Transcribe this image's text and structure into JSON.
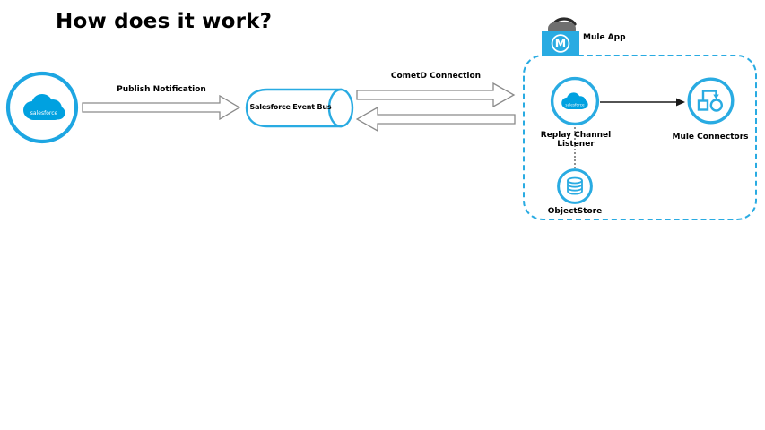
{
  "title": "How does it work?",
  "colors": {
    "blue": "#29ABE2",
    "salesforce_cloud_blue": "#00A1E0",
    "arrow_outline_gray": "#8A8A8A",
    "dotted_line_gray": "#8F8F8F",
    "mule_package_gray": "#6F6F6F",
    "text_black": "#000000"
  },
  "nodes": {
    "salesforce": {
      "logo_text": "salesforce"
    },
    "event_bus": {
      "label": "Salesforce Event Bus"
    },
    "mule_app": {
      "label": "Mule App",
      "logo_letter": "M"
    },
    "replay_listener": {
      "label": "Replay Channel Listener",
      "logo_text": "salesforce"
    },
    "mule_connectors": {
      "label": "Mule Connectors"
    },
    "objectstore": {
      "label": "ObjectStore"
    }
  },
  "edges": {
    "publish_notification": {
      "label": "Publish Notification",
      "from": "salesforce",
      "to": "event_bus",
      "style": "hollow-arrow-right"
    },
    "cometd_connection": {
      "label": "CometD Connection",
      "from": "event_bus",
      "to": "mule_app",
      "style": "hollow-arrows-bidirectional"
    },
    "replay_to_connectors": {
      "from": "replay_listener",
      "to": "mule_connectors",
      "style": "solid-arrow"
    },
    "replay_to_objectstore": {
      "from": "replay_listener",
      "to": "objectstore",
      "style": "dotted-line"
    }
  }
}
